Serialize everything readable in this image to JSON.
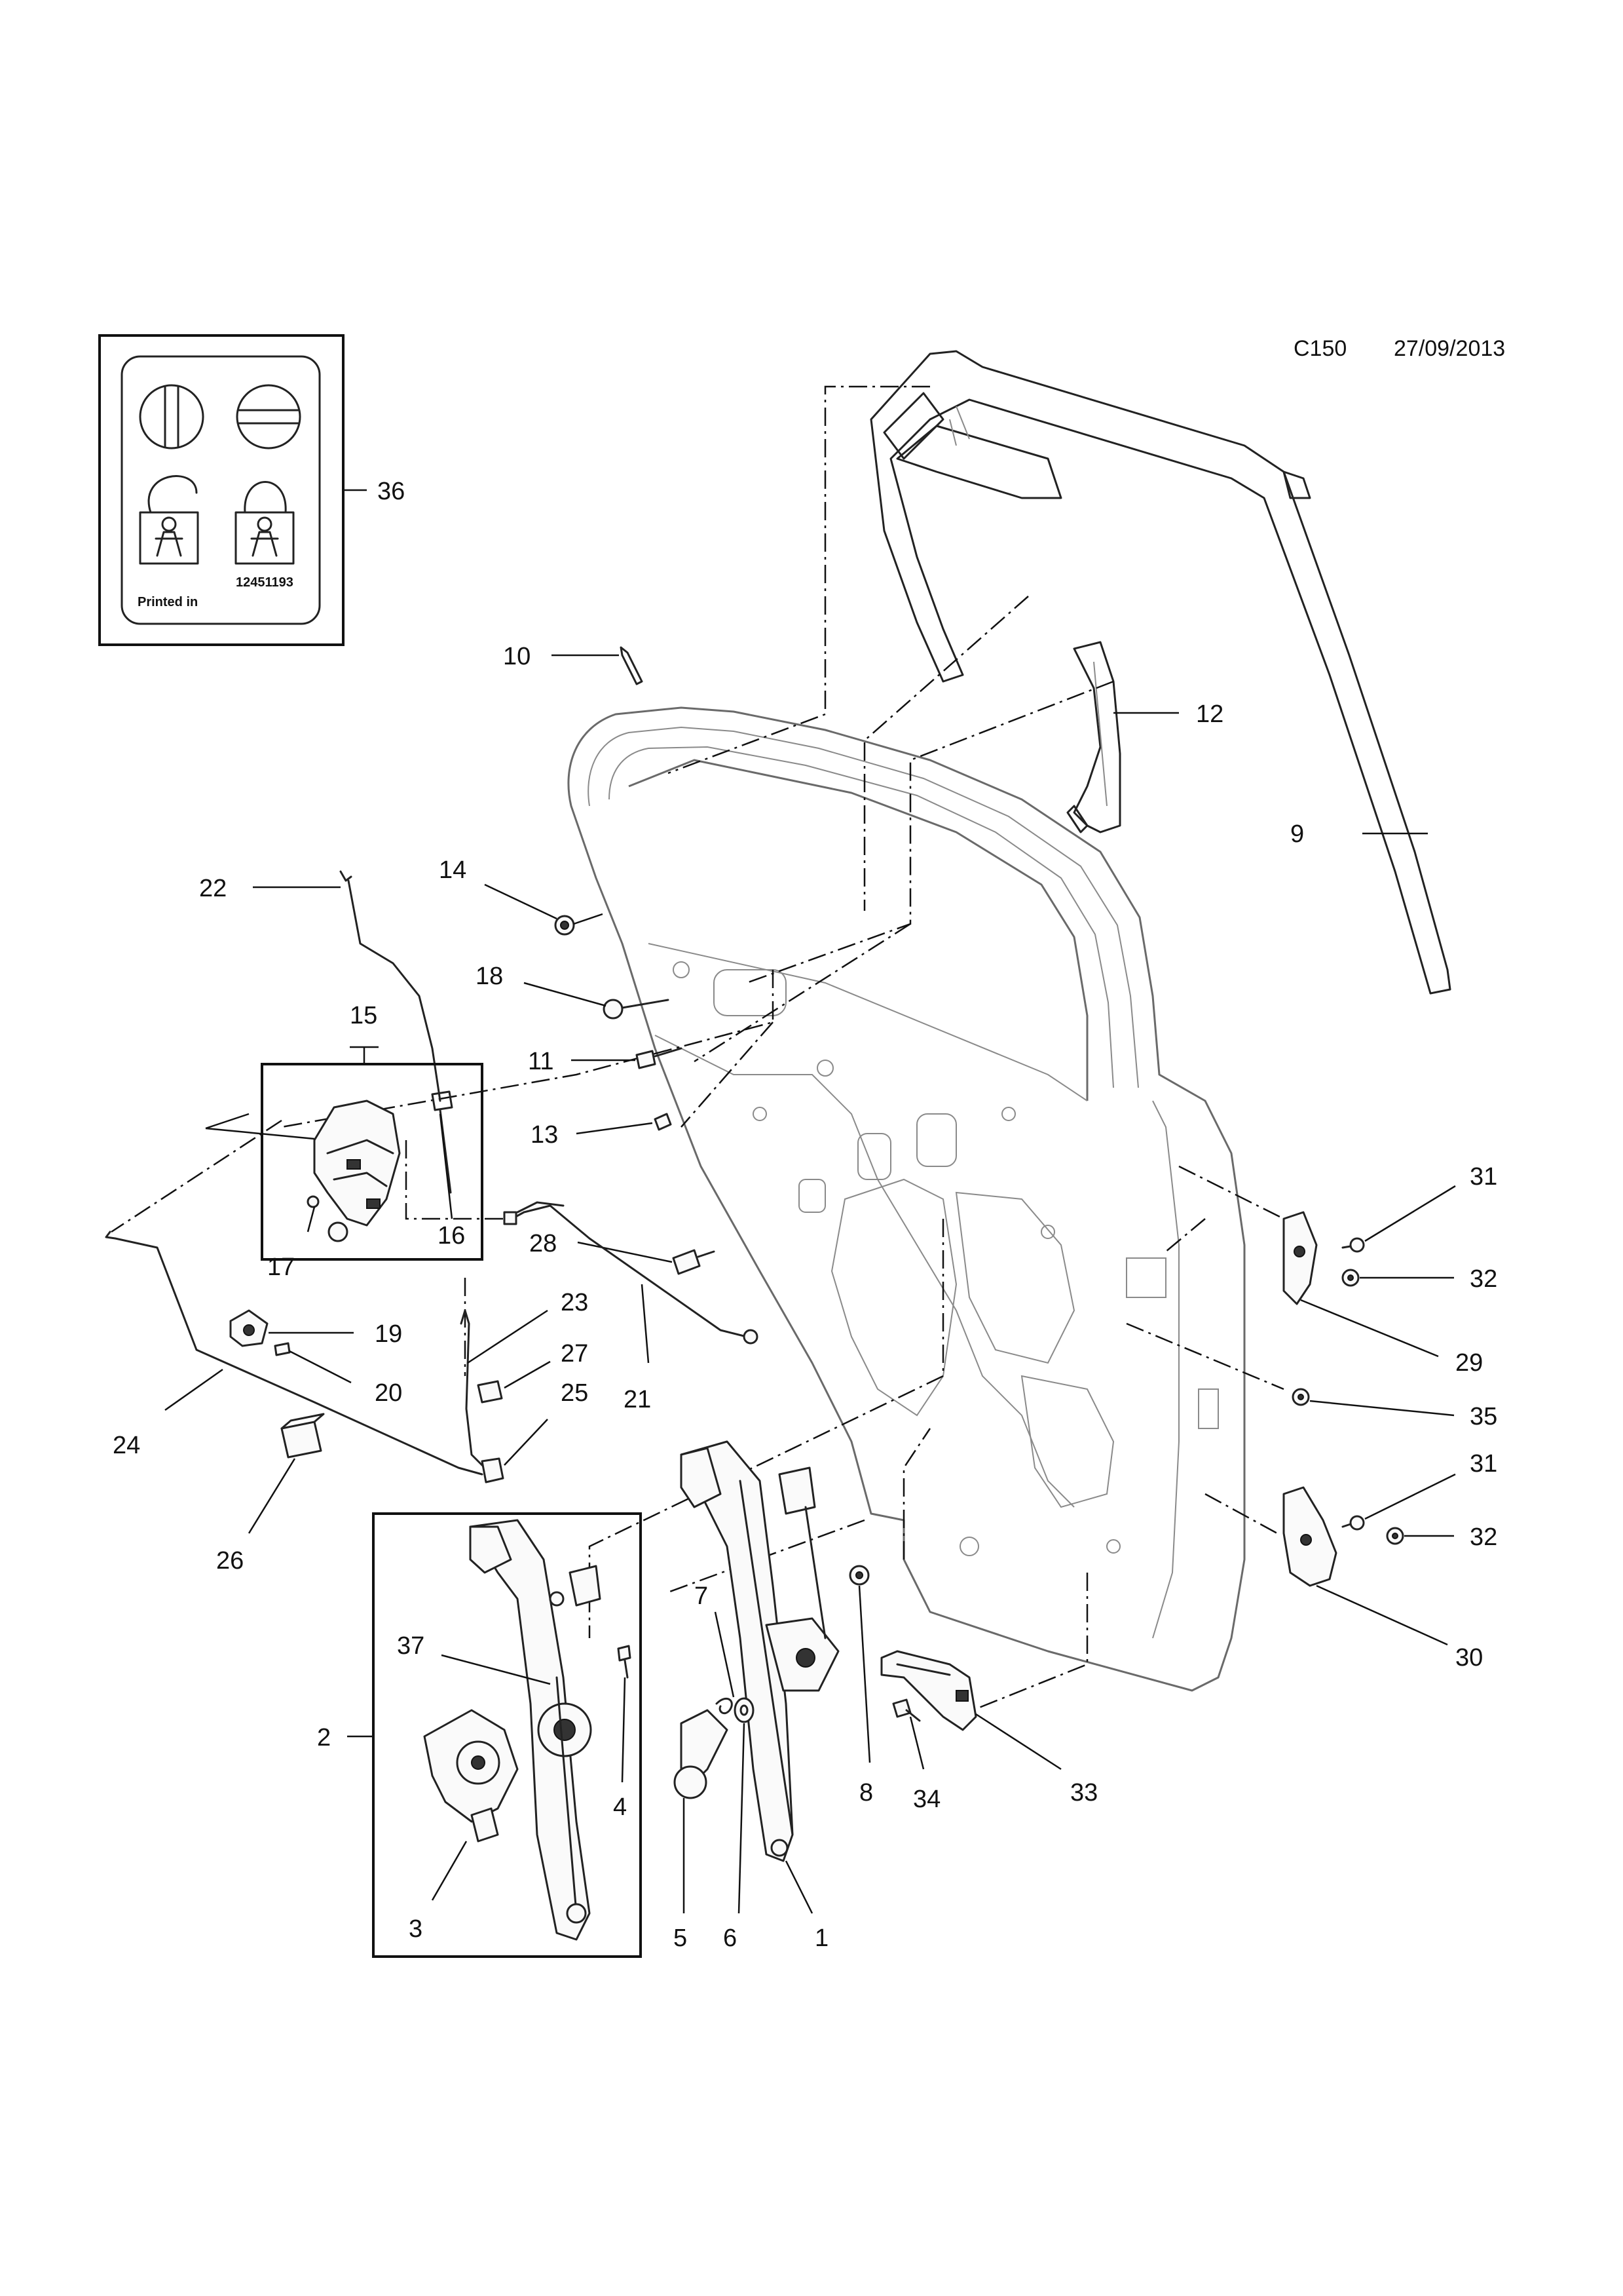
{
  "header": {
    "code": "C150",
    "date": "27/09/2013"
  },
  "label_card": {
    "printed_text": "Printed in",
    "part_number": "12451193"
  },
  "callouts": {
    "c1": "1",
    "c2": "2",
    "c3": "3",
    "c4": "4",
    "c5": "5",
    "c6": "6",
    "c7": "7",
    "c8": "8",
    "c9": "9",
    "c10": "10",
    "c11": "11",
    "c12": "12",
    "c13": "13",
    "c14": "14",
    "c15": "15",
    "c16": "16",
    "c17": "17",
    "c18": "18",
    "c19": "19",
    "c20": "20",
    "c21": "21",
    "c22": "22",
    "c23": "23",
    "c24": "24",
    "c25": "25",
    "c26": "26",
    "c27": "27",
    "c28": "28",
    "c29": "29",
    "c30": "30",
    "c31a": "31",
    "c31b": "31",
    "c32a": "32",
    "c32b": "32",
    "c33": "33",
    "c34": "34",
    "c35": "35",
    "c36": "36",
    "c37": "37"
  }
}
